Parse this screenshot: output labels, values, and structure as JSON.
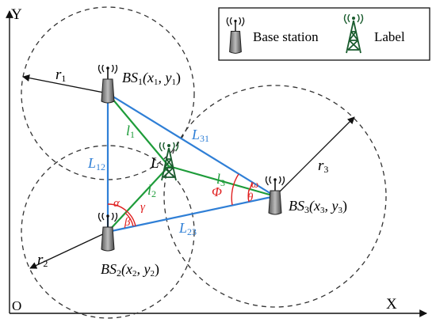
{
  "axes": {
    "y_label": "Y",
    "x_label": "X",
    "origin_label": "O"
  },
  "legend": {
    "base_station": "Base station",
    "tag": "Label"
  },
  "stations": {
    "bs1": {
      "name": "BS",
      "index": "1",
      "coords": "(x",
      "x_sub": "1",
      "sep": ", y",
      "y_sub": "1",
      "close": ")"
    },
    "bs2": {
      "name": "BS",
      "index": "2",
      "coords": "(x",
      "x_sub": "2",
      "sep": ", y",
      "y_sub": "2",
      "close": ")"
    },
    "bs3": {
      "name": "BS",
      "index": "3",
      "coords": "(x",
      "x_sub": "3",
      "sep": ", y",
      "y_sub": "3",
      "close": ")"
    }
  },
  "radii": {
    "r1": {
      "symbol": "r",
      "sub": "1"
    },
    "r2": {
      "symbol": "r",
      "sub": "2"
    },
    "r3": {
      "symbol": "r",
      "sub": "3"
    }
  },
  "tag_label": "L",
  "station_distances": {
    "L12": {
      "symbol": "L",
      "sub": "12"
    },
    "L23": {
      "symbol": "L",
      "sub": "23"
    },
    "L31": {
      "symbol": "L",
      "sub": "31"
    }
  },
  "tag_distances": {
    "l1": {
      "symbol": "l",
      "sub": "1"
    },
    "l2": {
      "symbol": "l",
      "sub": "2"
    },
    "l3": {
      "symbol": "l",
      "sub": "3"
    }
  },
  "angles": {
    "alpha": "α",
    "beta": "β",
    "gamma": "γ",
    "phi": "Φ",
    "theta": "θ",
    "omega": "ω"
  },
  "colors": {
    "station_line": "#2f7fd6",
    "tag_line": "#1e9c3a",
    "angle_arc": "#e02020",
    "tower": "#1a5c2e",
    "circle": "#333333"
  }
}
